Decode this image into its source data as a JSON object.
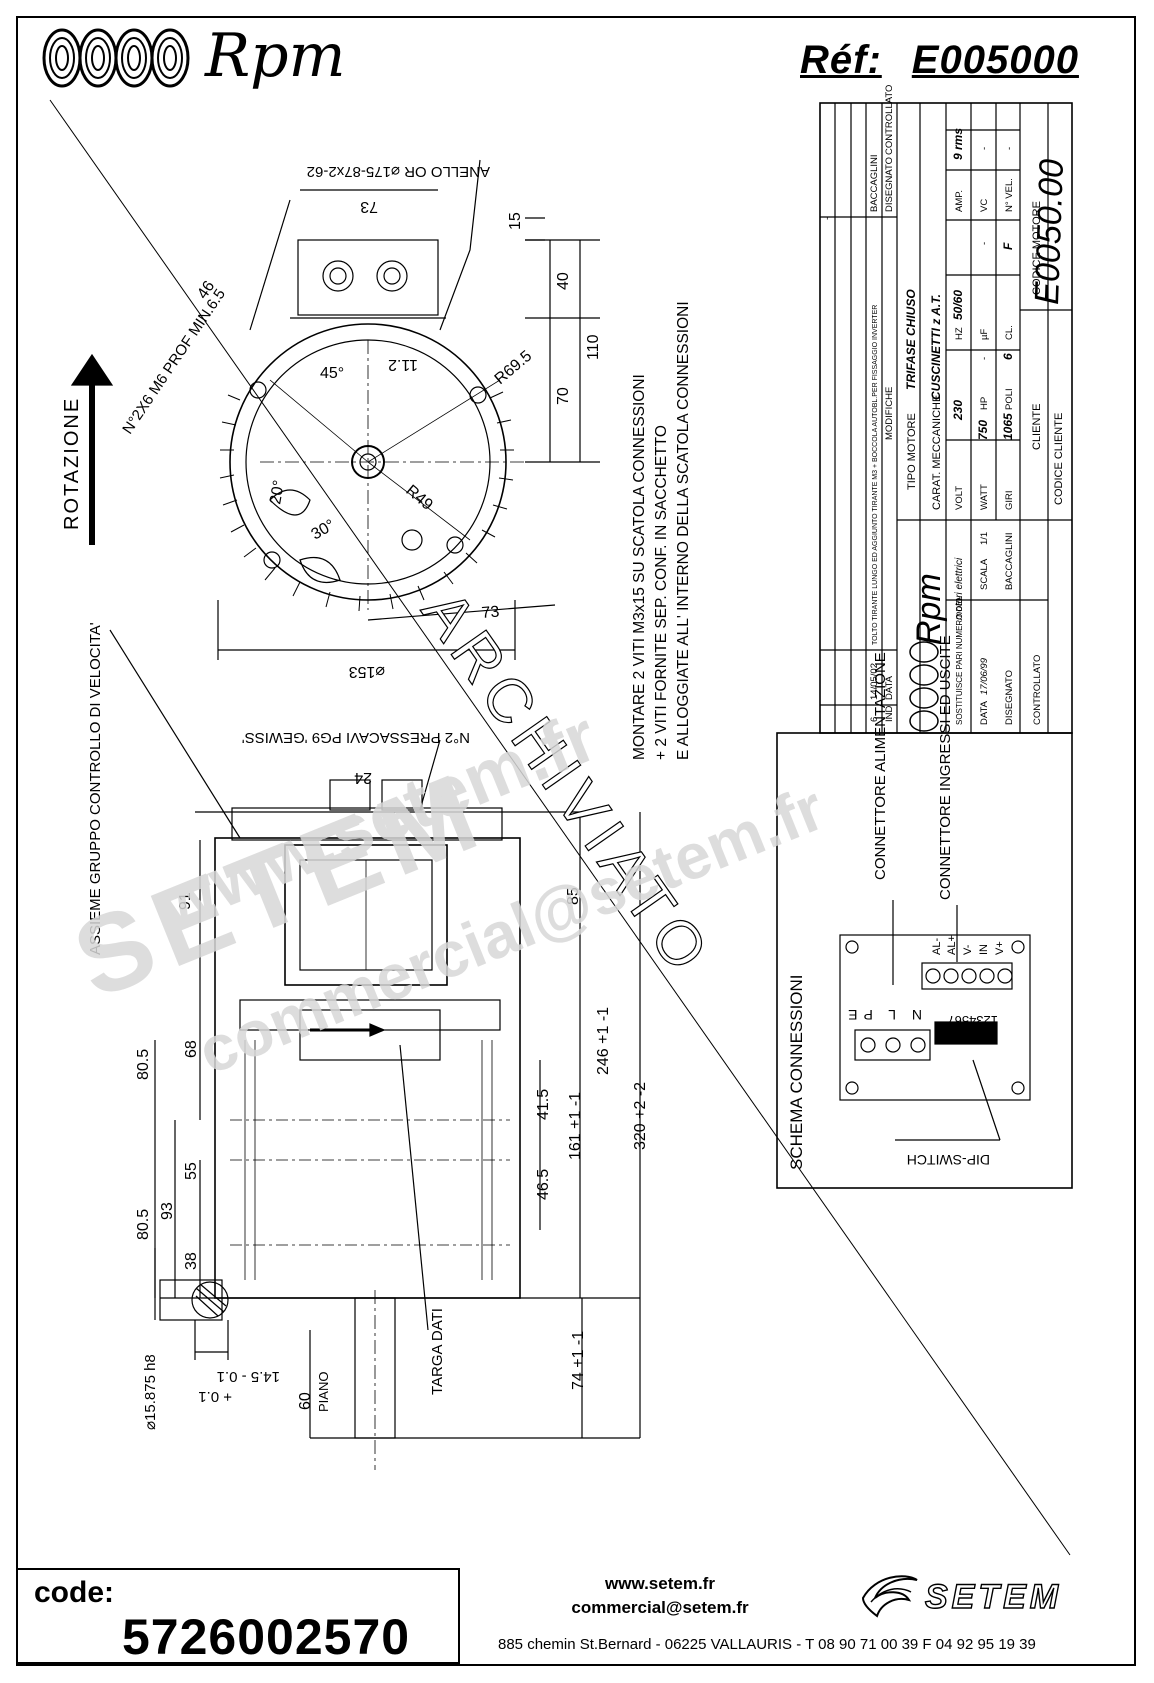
{
  "header": {
    "brand": "Rpm",
    "ref_label": "Réf:",
    "ref_value": "E005000"
  },
  "drawing": {
    "front_view": {
      "gland_note": "ANELLO OR ⌀175-87x2-62",
      "holes_note": "N°2X6 M6 PROF MIN.6.5",
      "dims": [
        "73",
        "15",
        "40",
        "110",
        "70",
        "46",
        "11.2",
        "45°",
        "R69.5",
        "20°",
        "R49",
        "30°",
        "73",
        "⌀153"
      ]
    },
    "rotation_label": "ROTAZIONE",
    "mounting_notes": [
      "MONTARE 2 VITI M3x15 SU SCATOLA CONNESSIONI",
      "+ 2 VITI FORNITE SEP. CONF. IN SACCHETTO",
      "E ALLOGGIATE ALL' INTERNO DELLA SCATOLA CONNESSIONI"
    ],
    "side_view": {
      "cable_gland_note": "N°2 PRESSACAVI PG9 'GEWISS'",
      "speed_control_note": "ASSIEME GRUPPO CONTROLLO DI VELOCITA'",
      "nameplate_label": "TARGA DATI",
      "dims": [
        "24",
        "91",
        "85",
        "80.5",
        "68",
        "246 +1 -1",
        "320 +2 -2",
        "41.5",
        "161 +1 -1",
        "55",
        "93",
        "46.5",
        "80.5",
        "38",
        "60",
        "PIANO",
        "74 +1 -1"
      ]
    },
    "shaft": {
      "diameter": "⌀15.875 h8",
      "key_dim": "14.5 - 0.1",
      "key_tol": "+ 0.1"
    },
    "archived_stamp": "ARCHIVIATO"
  },
  "title_block": {
    "revisions_header": [
      "IND",
      "DATA",
      "MODIFICHE",
      "DISEGNATO",
      "CONTROLLATO"
    ],
    "revision": {
      "ind": "6",
      "data": "14/05/02",
      "modifica": "TOLTO TIRANTE LUNGO ED AGGIUNTO TIRANTE M3 + BOCCOLA AUTOBL.PER FISSAGGIO INVERTER",
      "disegnato": "BACCAGLINI"
    },
    "tipo_motore_label": "TIPO MOTORE",
    "tipo_motore_value": "TRIFASE CHIUSO",
    "carat_label": "CARAT. MECCANICHE",
    "carat_value": "CUSCINETTI z A.T.",
    "volt_label": "VOLT",
    "volt_value": "230",
    "hz_label": "HZ",
    "hz_value": "50/60",
    "amp_label": "AMP.",
    "amp_value": "9 rms",
    "watt_label": "WATT",
    "watt_value": "750",
    "hp_label": "HP",
    "hp_value": "-",
    "uf_label": "µF",
    "uf_value": "-",
    "vc_label": "VC",
    "vc_value": "-",
    "giri_label": "GIRI",
    "giri_value": "1065",
    "poli_label": "POLI",
    "poli_value": "6",
    "cl_label": "CL.",
    "cl_value": "F",
    "nvel_label": "N° VEL.",
    "nvel_value": "-",
    "cliente_label": "CLIENTE",
    "codice_motore_label": "CODICE MOTORE",
    "codice_motore_value": "E0050.00",
    "codice_cliente_label": "CODICE CLIENTE",
    "company_name": "Rpm",
    "company_sub": "motori elettrici",
    "sostituisce_label": "SOSTITUISCE PARI NUMERO DEL",
    "sostituisce_value": "-",
    "data_label": "DATA",
    "data_value": "17/06/99",
    "scala_label": "SCALA",
    "scala_value": "1/1",
    "disegnato_label": "DISEGNATO",
    "disegnato_value": "BACCAGLINI",
    "controllato_label": "CONTROLLATO"
  },
  "schema": {
    "title": "SCHEMA CONNESSIONI",
    "connettore_alimentazione": "CONNETTORE ALIMENTAZIONE",
    "connettore_io": "CONNETTORE INGRESSI ED USCITE",
    "power_pins": "N L PE",
    "io_pins": [
      "AL-",
      "AL+",
      "V-",
      "IN",
      "V+"
    ],
    "dip_numbers": "1234567",
    "dip_label": "DIP-SWITCH"
  },
  "watermarks": [
    "www.setem.fr",
    "SETEM",
    "commercial@setem.fr"
  ],
  "footer": {
    "code_label": "code:",
    "code_value": "5726002570",
    "website": "www.setem.fr",
    "email": "commercial@setem.fr",
    "address": "885 chemin St.Bernard  -  06225 VALLAURIS  -  T 08 90 71 00 39   F 04 92 95 19 39",
    "company_logo_text": "SETEM"
  }
}
